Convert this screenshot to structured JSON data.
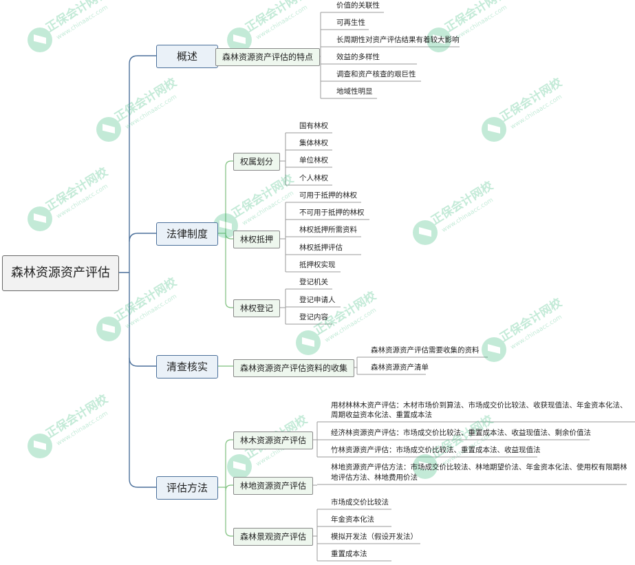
{
  "root": {
    "label": "森林资源资产评估"
  },
  "watermark": {
    "brand": "正保会计网校",
    "site": "www.chinaacc.com"
  },
  "branches": [
    {
      "label": "概述",
      "children": [
        {
          "label": "森林资源资产评估的特点",
          "leaves": [
            "价值的关联性",
            "可再生性",
            "长周期性对资产评估结果有着较大影响",
            "效益的多样性",
            "调查和资产核查的艰巨性",
            "地域性明显"
          ]
        }
      ]
    },
    {
      "label": "法律制度",
      "children": [
        {
          "label": "权属划分",
          "leaves": [
            "国有林权",
            "集体林权",
            "单位林权",
            "个人林权"
          ]
        },
        {
          "label": "林权抵押",
          "leaves": [
            "可用于抵押的林权",
            "不可用于抵押的林权",
            "林权抵押所需资料",
            "林权抵押评估",
            "抵押权实现"
          ]
        },
        {
          "label": "林权登记",
          "leaves": [
            "登记机关",
            "登记申请人",
            "登记内容"
          ]
        }
      ]
    },
    {
      "label": "清查核实",
      "children": [
        {
          "label": "森林资源资产评估资料的收集",
          "leaves": [
            "森林资源资产评估需要收集的资料",
            "森林资源资产清单"
          ]
        }
      ]
    },
    {
      "label": "评估方法",
      "children": [
        {
          "label": "林木资源资产评估",
          "leaves": [
            "用材林林木资产评估：木材市场价到算法、市场成交价比较法、收获现值法、年金资本化法、",
            "周期收益资本化法、重置成本法",
            "经济林资源资产评估：市场成交价比较法、重置成本法、收益现值法、剩余价值法",
            "竹林资源资产评估：市场成交价比较法、重置成本法、收益现值法"
          ]
        },
        {
          "label": "林地资源资产评估",
          "leaves": [
            "林地资源资产评估方法：市场成交价比较法、林地期望价法、年金资本化法、使用权有限期林",
            "地评估方法、林地费用价法"
          ]
        },
        {
          "label": "森林景观资产评估",
          "leaves": [
            "市场成交价比较法",
            "年金资本化法",
            "模拟开发法（假设开发法）",
            "重置成本法"
          ]
        }
      ]
    }
  ]
}
